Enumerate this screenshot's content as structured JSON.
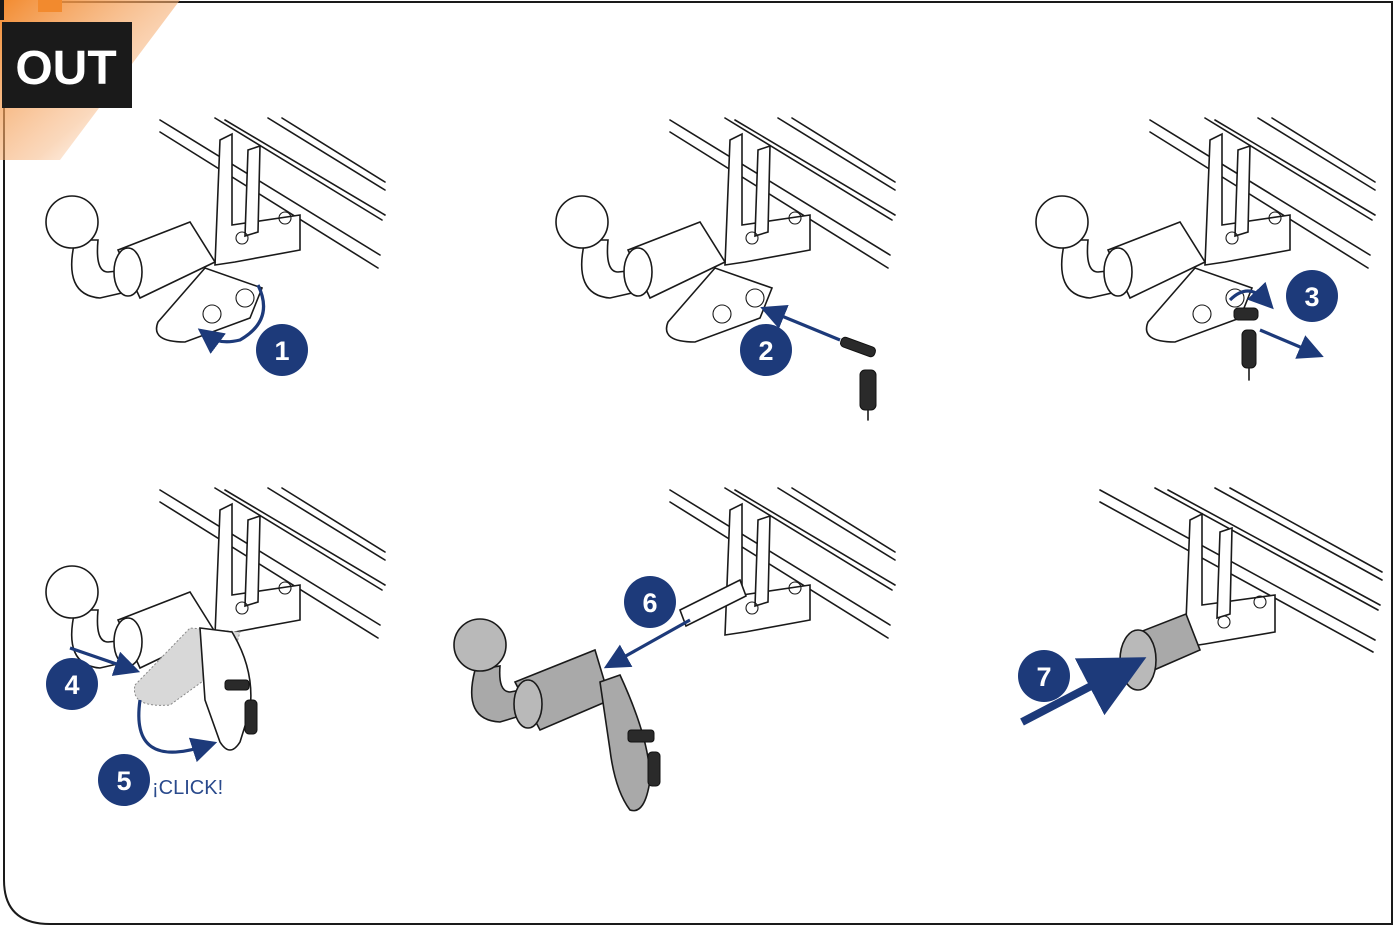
{
  "header": {
    "tag_label": "OUT",
    "tag_bg": "#1a1a1a",
    "accent_color": "#f28a2e"
  },
  "badge_color": "#1d3a7a",
  "steps": [
    {
      "number": "1"
    },
    {
      "number": "2"
    },
    {
      "number": "3"
    },
    {
      "number": "4"
    },
    {
      "number": "5"
    },
    {
      "number": "6"
    },
    {
      "number": "7"
    }
  ],
  "click_label": "¡CLICK!"
}
